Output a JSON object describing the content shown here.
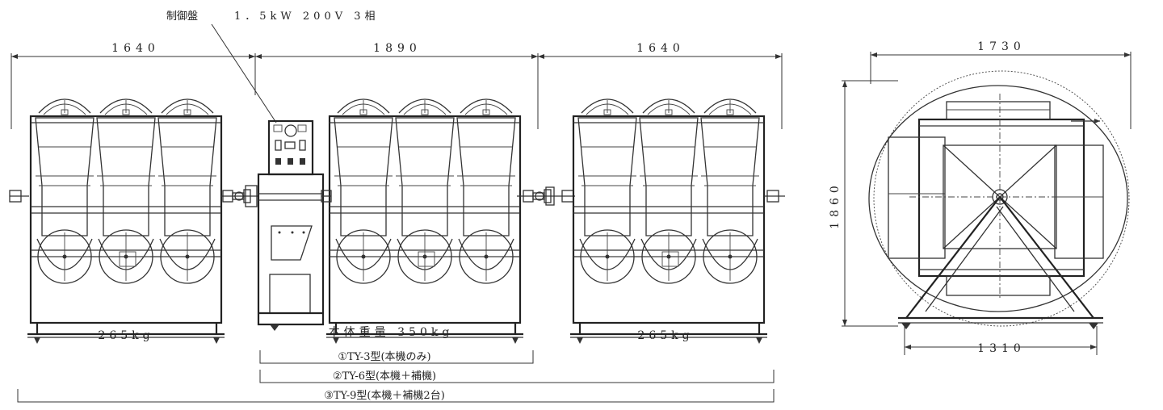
{
  "control_panel_label": "制御盤",
  "control_panel_spec": "1．5kW 200V 3相",
  "dimensions": {
    "left_unit_width": "1640",
    "main_unit_width": "1890",
    "right_unit_width": "1640",
    "side_width": "1730",
    "side_height": "1860",
    "side_base_width": "1310"
  },
  "weights": {
    "left_unit": "265kg",
    "main_unit": "本体重量 350kg",
    "right_unit": "265kg"
  },
  "models": [
    "①TY-3型(本機のみ)",
    "②TY-6型(本機＋補機)",
    "③TY-9型(本機＋補機2台)"
  ]
}
